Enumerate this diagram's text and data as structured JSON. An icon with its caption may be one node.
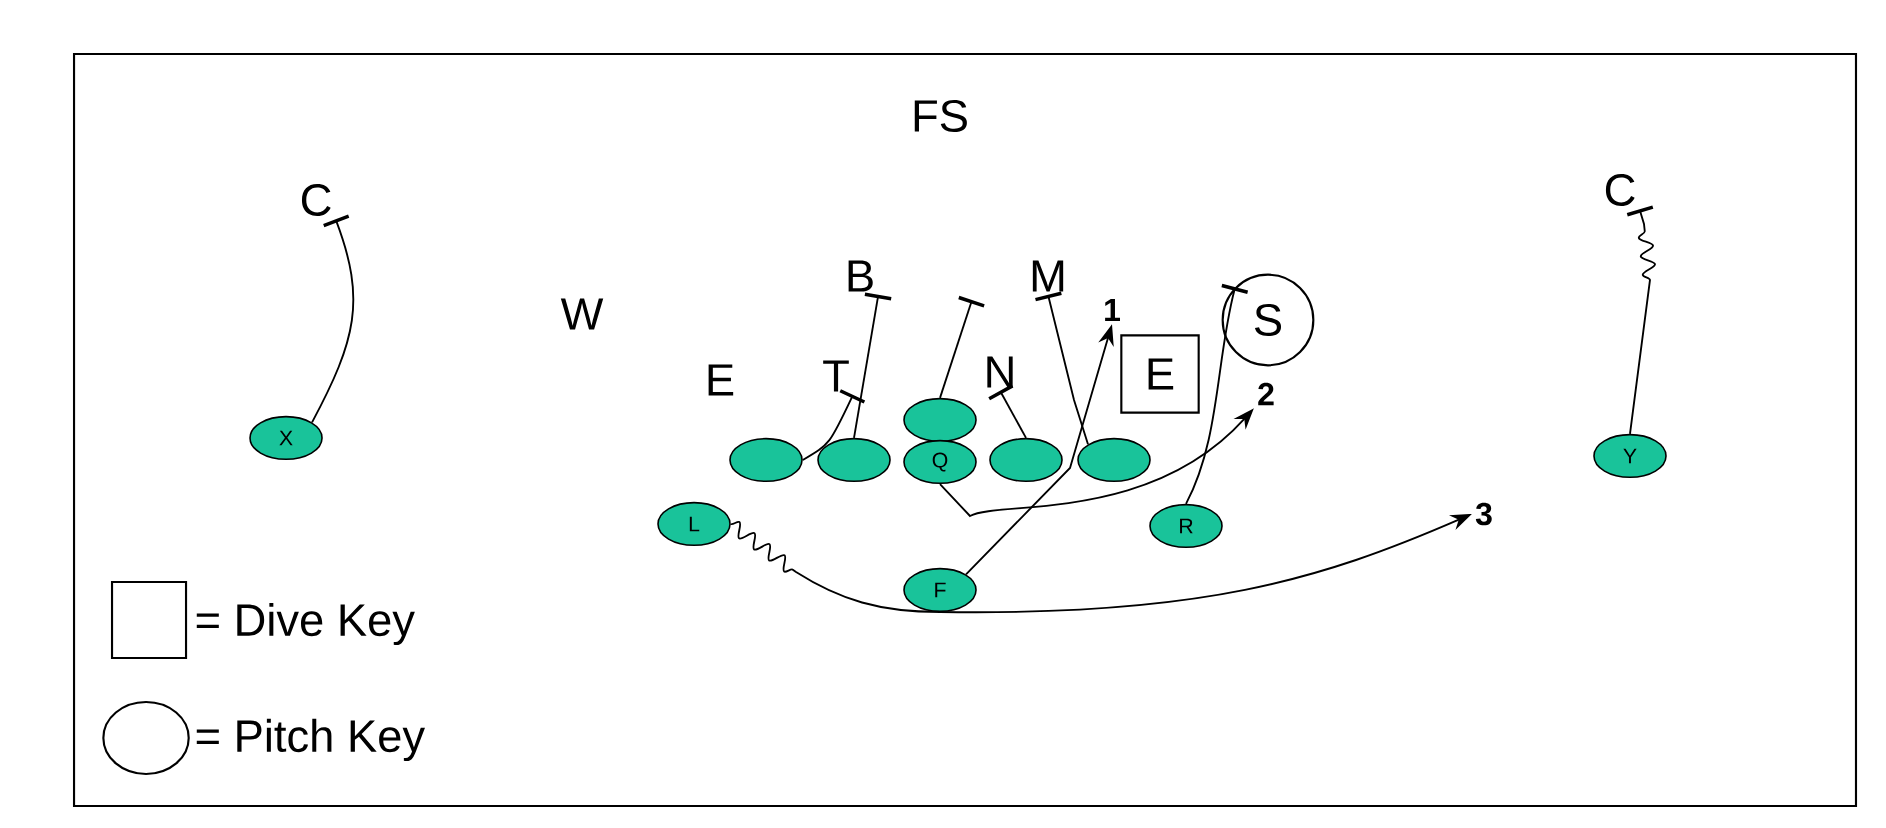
{
  "diagram": {
    "nodes": [
      {
        "text": [
          "FS"
        ]
      },
      {
        "text": [
          "C"
        ]
      },
      {
        "text": [
          "W"
        ]
      },
      {
        "text": [
          "B"
        ]
      },
      {
        "text": [
          "M"
        ]
      },
      {
        "text": [
          "C"
        ]
      },
      {
        "text": [
          "E"
        ]
      },
      {
        "text": [
          "T"
        ]
      },
      {
        "text": [
          "N"
        ]
      },
      {
        "text": [
          "E"
        ]
      },
      {
        "text": [
          "S"
        ]
      },
      {
        "text": [
          "1"
        ]
      },
      {
        "text": [
          "2"
        ]
      },
      {
        "text": [
          "3"
        ]
      },
      {
        "text": [
          "X"
        ]
      },
      {
        "text": [],
        "shape": "ellipse"
      },
      {
        "text": [],
        "shape": "ellipse"
      },
      {
        "text": [],
        "shape": "ellipse"
      },
      {
        "text": [
          "Q"
        ]
      },
      {
        "text": [],
        "shape": "ellipse"
      },
      {
        "text": [],
        "shape": "ellipse"
      },
      {
        "text": [
          "L"
        ]
      },
      {
        "text": [
          "R"
        ]
      },
      {
        "text": [
          "F"
        ]
      },
      {
        "text": [
          "Y"
        ]
      }
    ],
    "edges": [
      {
        "from": 14,
        "to": 1,
        "arrow": "other"
      },
      {
        "from": 24,
        "to": 5,
        "arrow": "other"
      },
      {
        "from": 15,
        "to": 7,
        "arrow": "other"
      },
      {
        "from": 16,
        "to": 3,
        "arrow": "other"
      },
      {
        "from": 17,
        "to": null,
        "arrow": "other"
      },
      {
        "from": 19,
        "to": 8,
        "arrow": "other"
      },
      {
        "from": 20,
        "to": 4,
        "arrow": "other"
      },
      {
        "from": 22,
        "to": 10,
        "arrow": "other"
      },
      {
        "from": 23,
        "to": 11,
        "arrow": "to"
      },
      {
        "from": 18,
        "to": 12,
        "arrow": "to"
      },
      {
        "from": 21,
        "to": 13,
        "arrow": "to"
      }
    ],
    "legend": [
      {
        "text": "= Dive Key"
      },
      {
        "text": "= Pitch Key"
      }
    ]
  }
}
